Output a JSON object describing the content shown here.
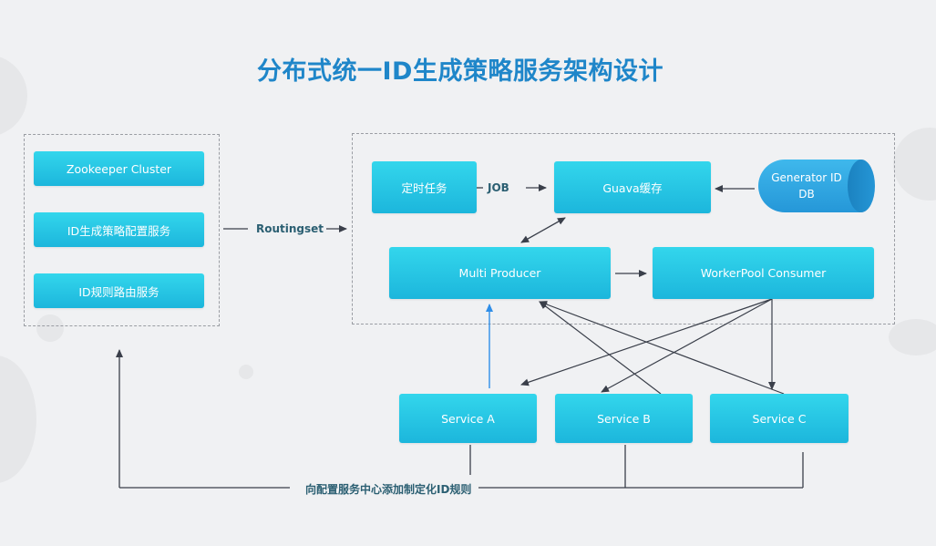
{
  "title": "分布式统一ID生成策略服务架构设计",
  "left_group": {
    "items": [
      {
        "label": "Zookeeper Cluster"
      },
      {
        "label": "ID生成策略配置服务"
      },
      {
        "label": "ID规则路由服务"
      }
    ]
  },
  "connectors": {
    "routingset": "Routingset",
    "job": "JOB",
    "feedback": "向配置服务中心添加制定化ID规则"
  },
  "core_group": {
    "scheduled_task": "定时任务",
    "guava_cache": "Guava缓存",
    "generator_db": "Generator ID DB",
    "generator_db_line1": "Generator ID",
    "generator_db_line2": "DB",
    "multi_producer": "Multi Producer",
    "workerpool_consumer": "WorkerPool Consumer"
  },
  "services": [
    {
      "label": "Service A"
    },
    {
      "label": "Service B"
    },
    {
      "label": "Service C"
    }
  ],
  "colors": {
    "title": "#1f86c9",
    "node": "#22c0e2",
    "db": "#2a9ddc",
    "arrow": "#3a3f4a",
    "highlight_arrow": "#2f8ee8"
  }
}
